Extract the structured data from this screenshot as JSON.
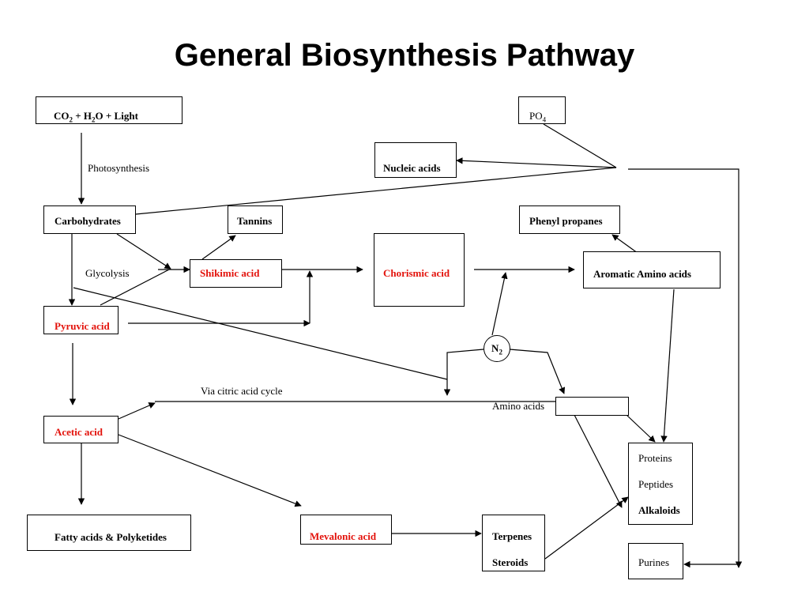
{
  "title": "General Biosynthesis Pathway",
  "nodes": {
    "co2": {
      "pre": "CO",
      "sub1": "2",
      "mid": " + H",
      "sub2": "2",
      "post": "O + Light"
    },
    "po4": {
      "pre": "PO",
      "sub": "4"
    },
    "nucleic_acids": "Nucleic acids",
    "carbohydrates": "Carbohydrates",
    "tannins": "Tannins",
    "phenyl_propanes": "Phenyl propanes",
    "shikimic_acid": "Shikimic acid",
    "chorismic_acid": "Chorismic acid",
    "aromatic_amino_acids": "Aromatic Amino acids",
    "pyruvic_acid": "Pyruvic acid",
    "n2": {
      "pre": "N",
      "sub": "2"
    },
    "acetic_acid": "Acetic acid",
    "amino_acids": "Amino acids",
    "products": {
      "proteins": "Proteins",
      "peptides": "Peptides",
      "alkaloids": "Alkaloids"
    },
    "fatty_acids": "Fatty acids & Polyketides",
    "mevalonic_acid": "Mevalonic acid",
    "terpenes": "Terpenes",
    "steroids": "Steroids",
    "purines": "Purines"
  },
  "edge_labels": {
    "photosynthesis": "Photosynthesis",
    "glycolysis": "Glycolysis",
    "citric_acid_cycle": "Via citric acid cycle"
  },
  "colors": {
    "highlight": "#e3120b",
    "line": "#000000"
  }
}
